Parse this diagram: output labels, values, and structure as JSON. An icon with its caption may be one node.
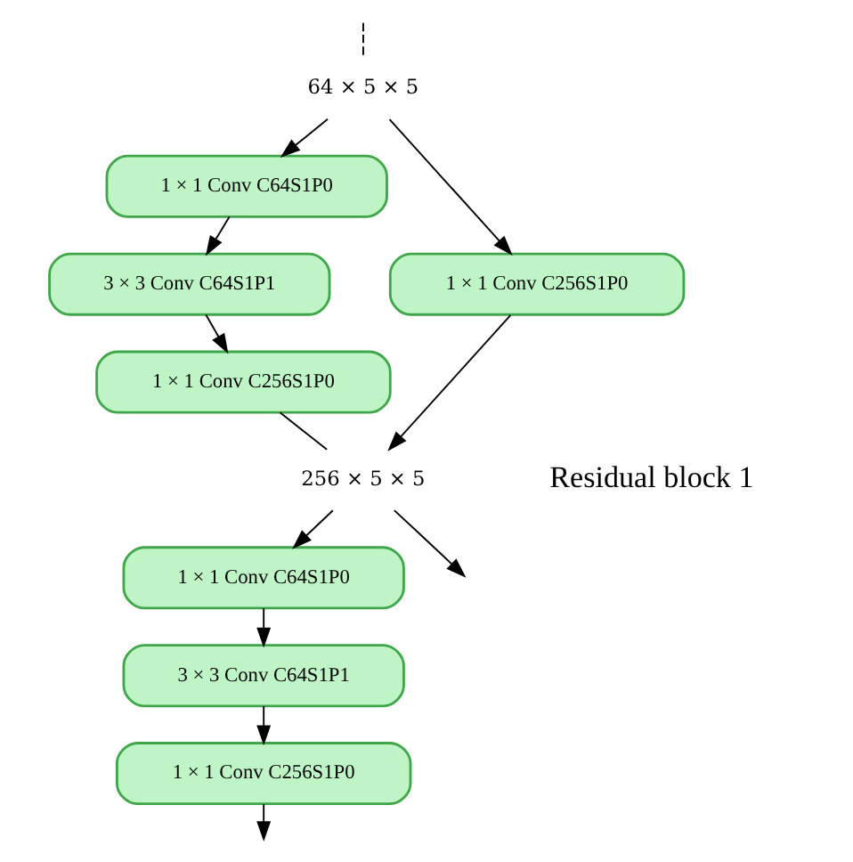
{
  "diagram": {
    "nodes": [
      {
        "text": [
          "64 × 5 × 5"
        ]
      },
      {
        "text": [
          "1 × 1 Conv C64S1P0"
        ]
      },
      {
        "text": [
          "3 × 3 Conv C64S1P1"
        ]
      },
      {
        "text": [
          "1 × 1 Conv C256S1P0"
        ]
      },
      {
        "text": [
          "1 × 1 Conv C256S1P0"
        ]
      },
      {
        "text": [
          "256 × 5 × 5"
        ]
      },
      {
        "text": [
          "1 × 1 Conv C64S1P0"
        ]
      },
      {
        "text": [
          "3 × 3 Conv C64S1P1"
        ]
      },
      {
        "text": [
          "1 × 1 Conv C256S1P0"
        ]
      }
    ],
    "edges": [
      {
        "from": null,
        "to": 0,
        "arrow": "none",
        "style": "dashed"
      },
      {
        "from": 0,
        "to": 1,
        "arrow": "to"
      },
      {
        "from": 0,
        "to": 4,
        "arrow": "to"
      },
      {
        "from": 1,
        "to": 2,
        "arrow": "to"
      },
      {
        "from": 2,
        "to": 3,
        "arrow": "to"
      },
      {
        "from": 3,
        "to": 5,
        "arrow": "none"
      },
      {
        "from": 4,
        "to": 5,
        "arrow": "to"
      },
      {
        "from": 5,
        "to": 6,
        "arrow": "to"
      },
      {
        "from": 6,
        "to": 7,
        "arrow": "to"
      },
      {
        "from": 7,
        "to": 8,
        "arrow": "to"
      },
      {
        "from": 8,
        "to": null,
        "arrow": "to"
      },
      {
        "from": 5,
        "to": null,
        "arrow": "to"
      }
    ],
    "labels": [
      "Residual block 1"
    ]
  }
}
